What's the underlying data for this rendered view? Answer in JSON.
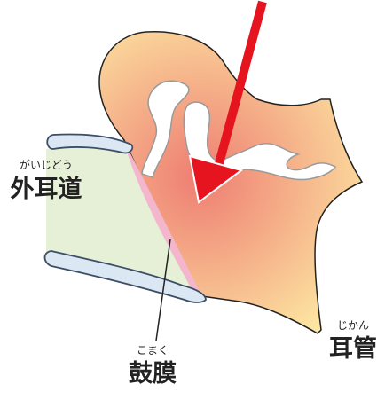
{
  "labels": {
    "ear_canal": {
      "text": "外耳道",
      "ruby": "がいじどう"
    },
    "eardrum": {
      "text": "鼓膜",
      "ruby": "こまく"
    },
    "eustachian_tube": {
      "text": "耳管",
      "ruby": "じかん"
    }
  },
  "colors": {
    "canal_fill": "#e6f0d6",
    "middle_ear_gradient": [
      "#ee7d72",
      "#fde9a3"
    ],
    "eardrum": "#f4b6cc",
    "wall_fill": "#dbe8f4",
    "wall_stroke": "#3c4e66",
    "arrow": "#e5141e",
    "bones_fill": "#ffffff",
    "bones_stroke": "#9a9a9a"
  }
}
